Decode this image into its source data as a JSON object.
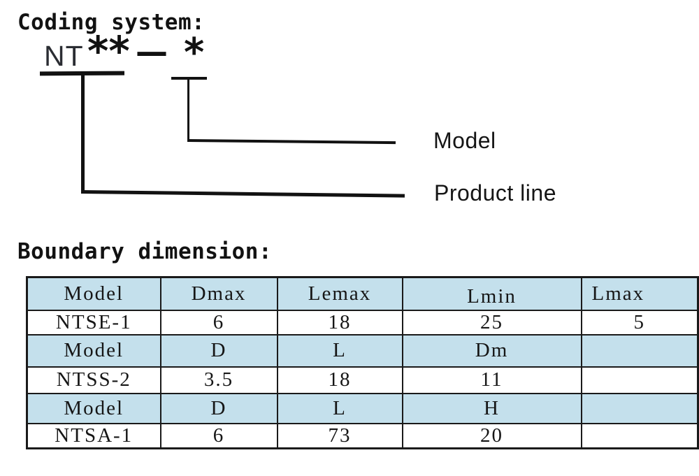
{
  "coding_system": {
    "title": "Coding system:",
    "code": {
      "prefix": "NT",
      "stars": "**",
      "separator": "—",
      "suffix_star": "*"
    },
    "callouts": {
      "model": "Model",
      "product_line": "Product line"
    }
  },
  "boundary_dimension": {
    "title": "Boundary dimension:",
    "table": {
      "rows": [
        {
          "style": "header",
          "cells": [
            "Model",
            "Dmax",
            "Lemax",
            "Lmin",
            "Lmax"
          ]
        },
        {
          "style": "data",
          "cells": [
            "NTSE-1",
            "6",
            "18",
            "25",
            "5"
          ]
        },
        {
          "style": "header",
          "cells": [
            "Model",
            "D",
            "L",
            "Dm",
            ""
          ]
        },
        {
          "style": "data",
          "cells": [
            "NTSS-2",
            "3.5",
            "18",
            "11",
            ""
          ]
        },
        {
          "style": "header",
          "cells": [
            "Model",
            "D",
            "L",
            "H",
            ""
          ]
        },
        {
          "style": "data",
          "cells": [
            "NTSA-1",
            "6",
            "73",
            "20",
            ""
          ]
        }
      ]
    }
  },
  "colors": {
    "background": "#ffffff",
    "table_header_row_bg": "#c4e0ec",
    "table_border": "#1a1a1a",
    "text": "#1a1a1a"
  }
}
